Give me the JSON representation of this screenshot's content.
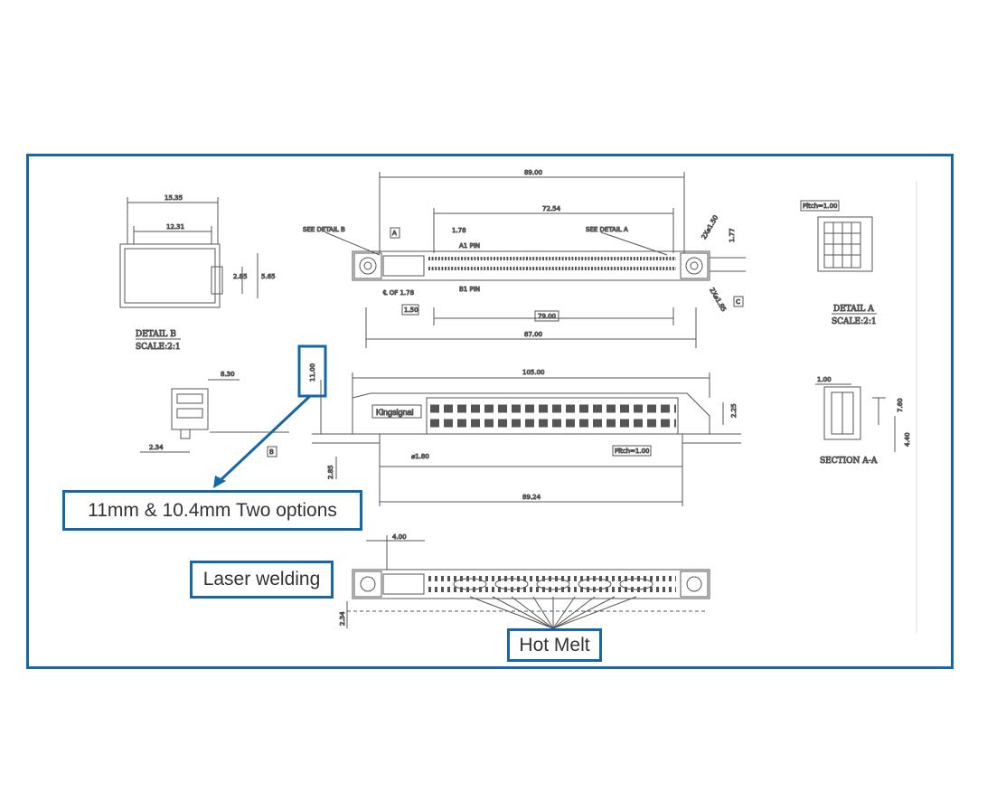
{
  "brand": "Kingsignal",
  "callouts": {
    "options": "11mm & 10.4mm Two options",
    "laser": "Laser welding",
    "hotmelt": "Hot Melt"
  },
  "detail_b": {
    "title": "DETAIL B",
    "scale": "SCALE:2:1",
    "dim_w1": "15.35",
    "dim_w2": "12.31",
    "dim_h1": "2.85",
    "dim_h2": "5.65"
  },
  "detail_a": {
    "title": "DETAIL A",
    "scale": "SCALE:2:1",
    "pitch": "Pitch=1.00"
  },
  "top_view": {
    "dim_overall": "89.00",
    "dim_mid": "72.54",
    "dim_178": "1.78",
    "dim_177": "1.77",
    "dim_bottom1": "79.00",
    "dim_bottom2": "87.00",
    "dim_150": "1.50",
    "see_b": "SEE DETAIL B",
    "see_a": "SEE DETAIL A",
    "a1": "A1 PIN",
    "b1": "B1 PIN",
    "cl": "℄ OF 1.78",
    "tag_a": "A",
    "tag_c": "C",
    "dim_diag1": "2X⌀1.50",
    "dim_diag2": "2X⌀1.85"
  },
  "side_view": {
    "dim_105": "105.00",
    "dim_830": "8.30",
    "dim_1100": "11.00",
    "dim_234": "2.34",
    "dim_225": "2.25",
    "dim_285": "2.85",
    "dim_180": "⌀1.80",
    "pitch": "Pitch=1.00",
    "dim_8924": "89.24",
    "tag_b": "B"
  },
  "section": {
    "title": "SECTION A-A",
    "dim_100": "1.00",
    "dim_760": "7.60",
    "dim_440": "4.40"
  },
  "bottom_view": {
    "dim_400": "4.00",
    "dim_234": "2.34"
  }
}
